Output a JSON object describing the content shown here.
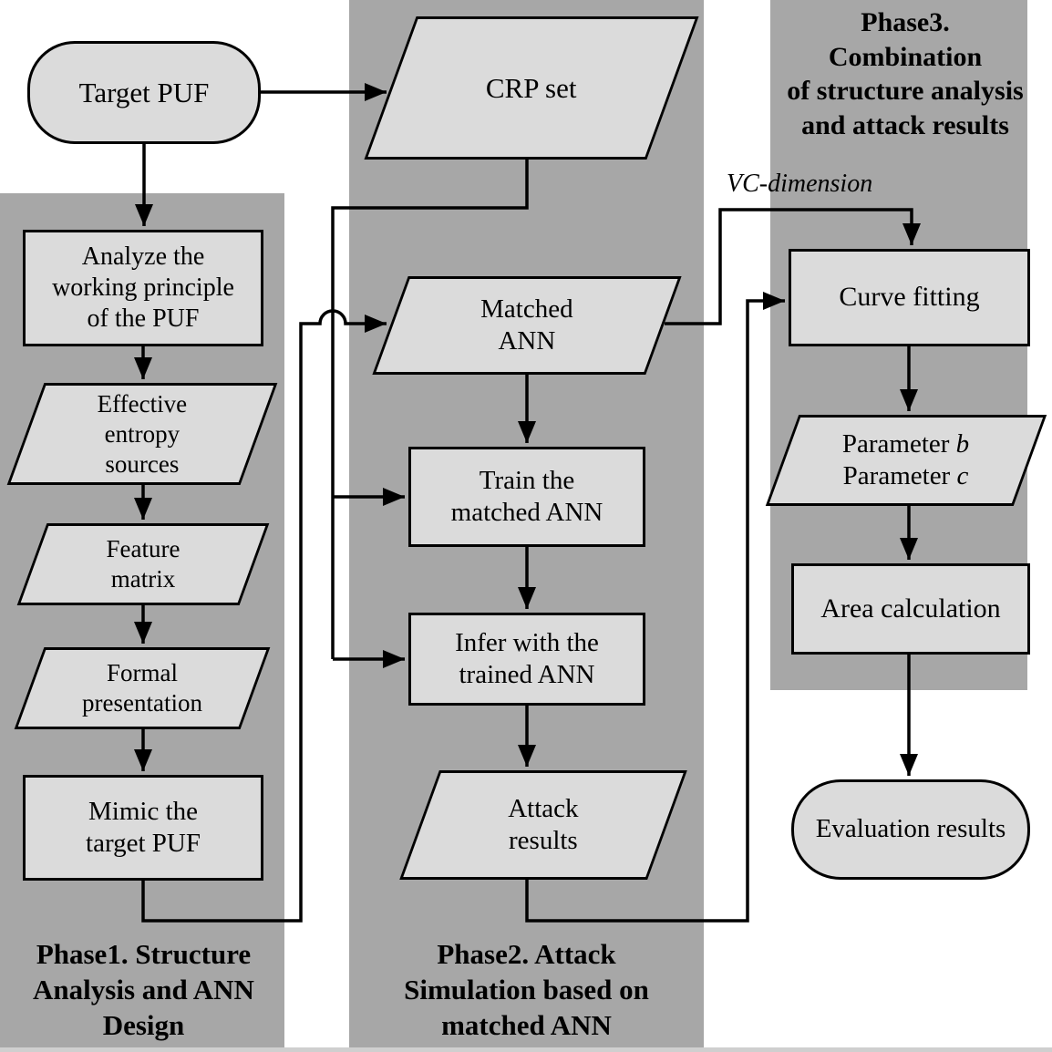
{
  "palette": {
    "panel": "#a7a7a7",
    "node_fill": "#dbdbdb",
    "border": "#000000"
  },
  "nodes": {
    "target_puf": {
      "label": "Target PUF"
    },
    "crp_set": {
      "label": "CRP set"
    },
    "analyze": {
      "label": "Analyze the working principle of the PUF"
    },
    "entropy": {
      "label": "Effective entropy sources"
    },
    "feature": {
      "label": "Feature matrix"
    },
    "formal": {
      "label": "Formal presentation"
    },
    "mimic": {
      "label": "Mimic the target PUF"
    },
    "matched_ann": {
      "label": "Matched ANN"
    },
    "train": {
      "label": "Train the matched ANN"
    },
    "infer": {
      "label": "Infer with the trained ANN"
    },
    "attack_results": {
      "label": "Attack results"
    },
    "curve_fitting": {
      "label": "Curve fitting"
    },
    "parameters": {
      "line1_text": "Parameter",
      "line1_var": "b",
      "line2_text": "Parameter",
      "line2_var": "c"
    },
    "area_calculation": {
      "label": "Area calculation"
    },
    "evaluation": {
      "label": "Evaluation results"
    }
  },
  "annotations": {
    "vc_dimension": "VC-dimension"
  },
  "phases": {
    "phase1": {
      "lines": [
        "Phase1. Structure",
        "Analysis and ANN",
        "Design"
      ]
    },
    "phase2": {
      "lines": [
        "Phase2. Attack",
        "Simulation based on",
        "matched ANN"
      ]
    },
    "phase3": {
      "lines": [
        "Phase3.",
        "Combination",
        "of structure analysis",
        "and attack results"
      ]
    }
  }
}
